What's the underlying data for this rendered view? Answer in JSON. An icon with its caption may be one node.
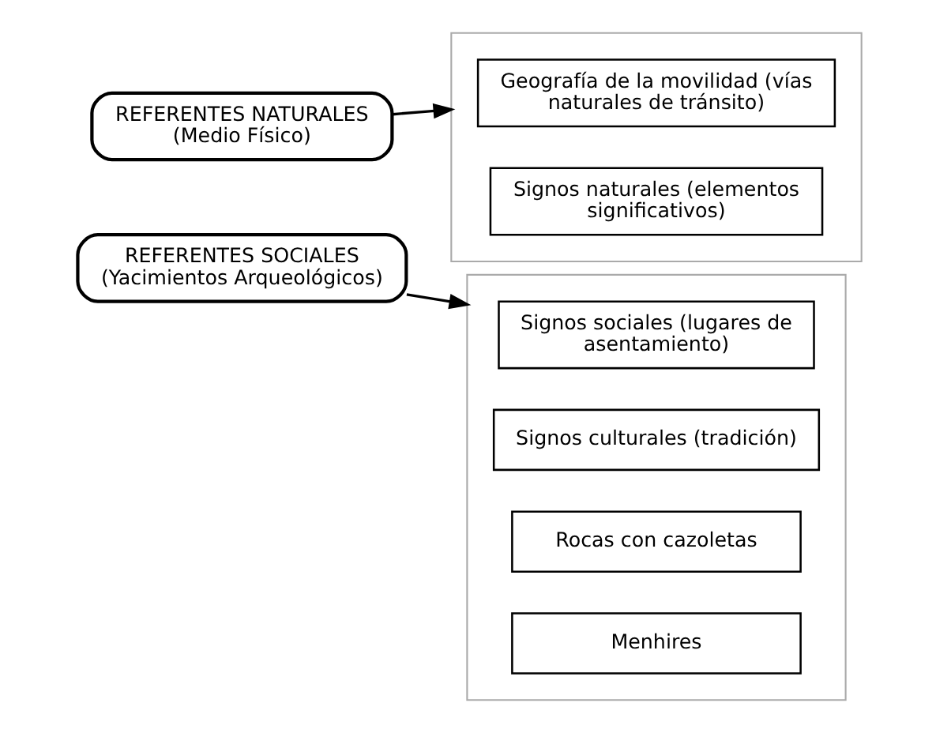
{
  "diagram": {
    "nodes": [
      {
        "text": [
          "REFERENTES NATURALES",
          "(Medio Físico)"
        ]
      },
      {
        "text": [],
        "shape": "box"
      },
      {
        "text": [
          "Geografía de la movilidad (vías naturales de tránsito)"
        ],
        "in": 1
      },
      {
        "text": [
          "Signos naturales (elementos significativos)"
        ],
        "in": 1
      },
      {
        "text": [
          "REFERENTES SOCIALES",
          "(Yacimientos Arqueológicos)"
        ]
      },
      {
        "text": [],
        "shape": "box"
      },
      {
        "text": [
          "Signos sociales (lugares de asentamiento)"
        ],
        "in": 5
      },
      {
        "text": [
          "Signos culturales (tradición)"
        ],
        "in": 5
      },
      {
        "text": [
          "Rocas con cazoletas"
        ],
        "in": 5
      },
      {
        "text": [
          "Menhires"
        ],
        "in": 5
      }
    ],
    "edges": [
      {
        "from": 0,
        "to": 1,
        "arrow": "to"
      },
      {
        "from": 4,
        "to": 5,
        "arrow": "to"
      }
    ]
  }
}
